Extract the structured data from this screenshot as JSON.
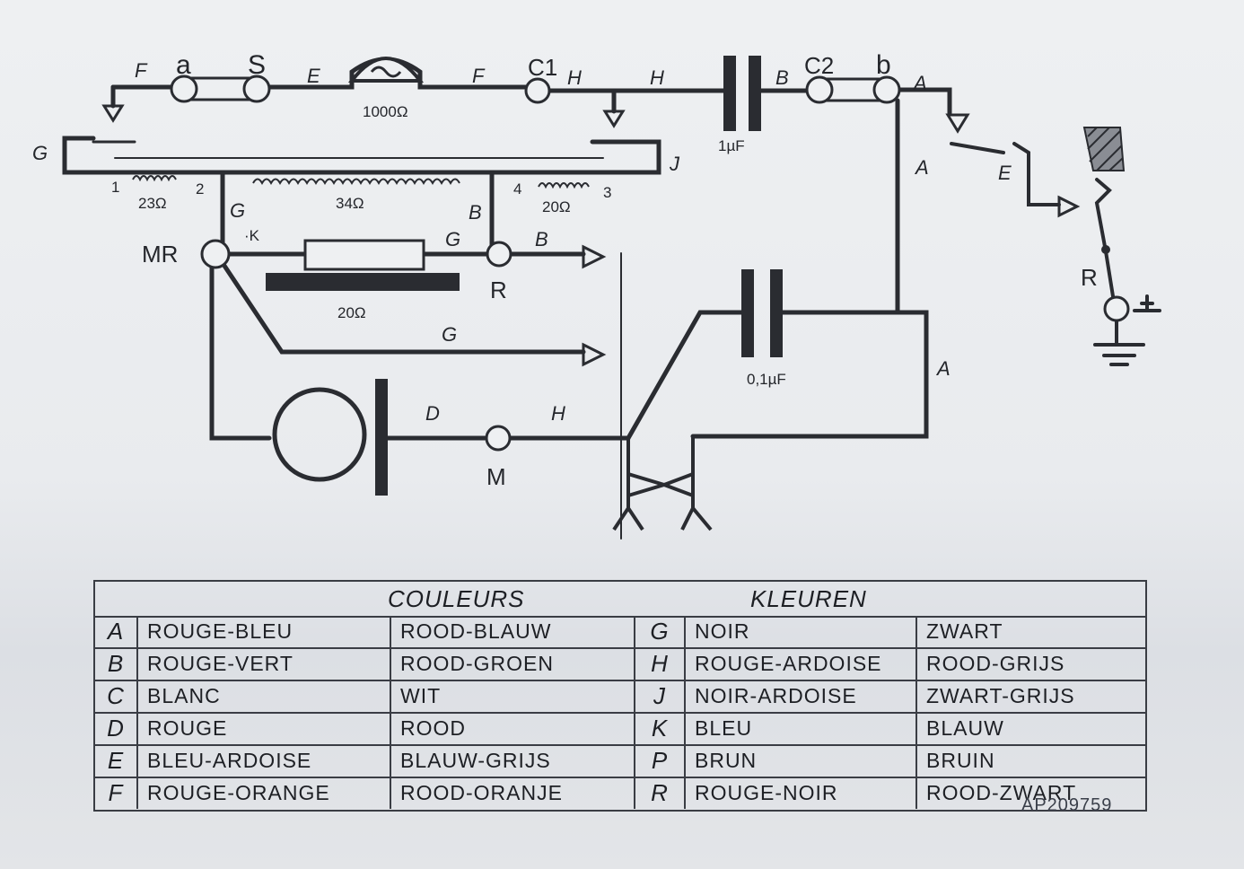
{
  "schematic": {
    "components": {
      "lamp_resistance": "1000Ω",
      "coil1_resistance": "23Ω",
      "coil2_resistance": "34Ω",
      "coil3_resistance": "20Ω",
      "resistor_value": "20Ω",
      "capacitor1_value": "1µF",
      "capacitor2_value": "0,1µF"
    },
    "terminals": {
      "a": "a",
      "s": "S",
      "c1": "C1",
      "c2": "C2",
      "b": "b",
      "mr": "MR",
      "r_term": "R",
      "m_term": "M",
      "r_switch": "R"
    },
    "coil_taps": {
      "t1": "1",
      "t2": "2",
      "t3": "3",
      "t4": "4"
    },
    "wire_labels": {
      "f_left": "F",
      "e_top": "E",
      "f_top": "F",
      "h1": "H",
      "h2": "H",
      "b_top": "B",
      "a_top": "A",
      "g_left": "G",
      "j": "J",
      "g_mid": "G",
      "b_mid": "B",
      "k": "·K",
      "g_r": "G",
      "b_out": "B",
      "g_out": "G",
      "a_right1": "A",
      "a_right2": "A",
      "e_right": "E",
      "d": "D",
      "h_bottom": "H"
    }
  },
  "legend": {
    "header_fr": "COULEURS",
    "header_nl": "KLEUREN",
    "rows": [
      {
        "code1": "A",
        "fr1": "ROUGE-BLEU",
        "nl1": "ROOD-BLAUW",
        "code2": "G",
        "fr2": "NOIR",
        "nl2": "ZWART"
      },
      {
        "code1": "B",
        "fr1": "ROUGE-VERT",
        "nl1": "ROOD-GROEN",
        "code2": "H",
        "fr2": "ROUGE-ARDOISE",
        "nl2": "ROOD-GRIJS"
      },
      {
        "code1": "C",
        "fr1": "BLANC",
        "nl1": "WIT",
        "code2": "J",
        "fr2": "NOIR-ARDOISE",
        "nl2": "ZWART-GRIJS"
      },
      {
        "code1": "D",
        "fr1": "ROUGE",
        "nl1": "ROOD",
        "code2": "K",
        "fr2": "BLEU",
        "nl2": "BLAUW"
      },
      {
        "code1": "E",
        "fr1": "BLEU-ARDOISE",
        "nl1": "BLAUW-GRIJS",
        "code2": "P",
        "fr2": "BRUN",
        "nl2": "BRUIN"
      },
      {
        "code1": "F",
        "fr1": "ROUGE-ORANGE",
        "nl1": "ROOD-ORANJE",
        "code2": "R",
        "fr2": "ROUGE-NOIR",
        "nl2": "ROOD-ZWART"
      }
    ]
  },
  "reference": "AP209759"
}
